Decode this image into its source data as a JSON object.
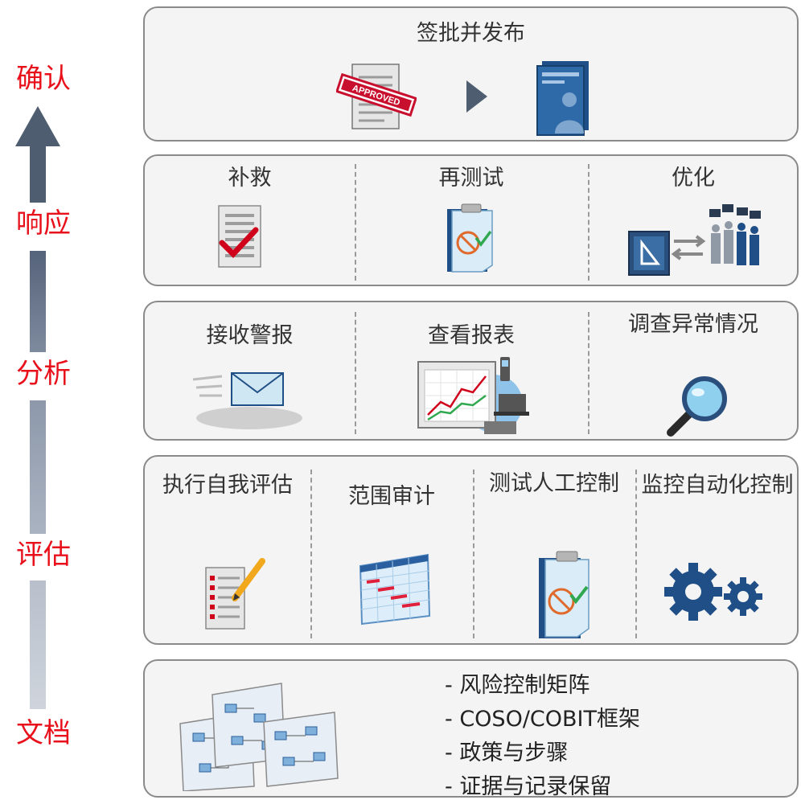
{
  "stages": [
    "确认",
    "响应",
    "分析",
    "评估",
    "文档"
  ],
  "approve": {
    "title": "签批并发布",
    "stamp_text": "APPROVED"
  },
  "respond": {
    "items": [
      "补救",
      "再测试",
      "优化"
    ]
  },
  "analyze": {
    "items": [
      "接收警报",
      "查看报表",
      "调查异常情况"
    ]
  },
  "assess": {
    "items": [
      "执行自我评估",
      "范围审计",
      "测试人工控制",
      "监控自动化控制"
    ]
  },
  "document": {
    "bullets": [
      "风险控制矩阵",
      "COSO/COBIT框架",
      "政策与步骤",
      "证据与记录保留"
    ]
  },
  "colors": {
    "stage_label": "#e8101a",
    "arrow_dark": "#4e5d70",
    "arrow_light": "#c9cfd9",
    "panel_border": "#8a8a8a",
    "panel_fill": "#f4f4f4"
  }
}
